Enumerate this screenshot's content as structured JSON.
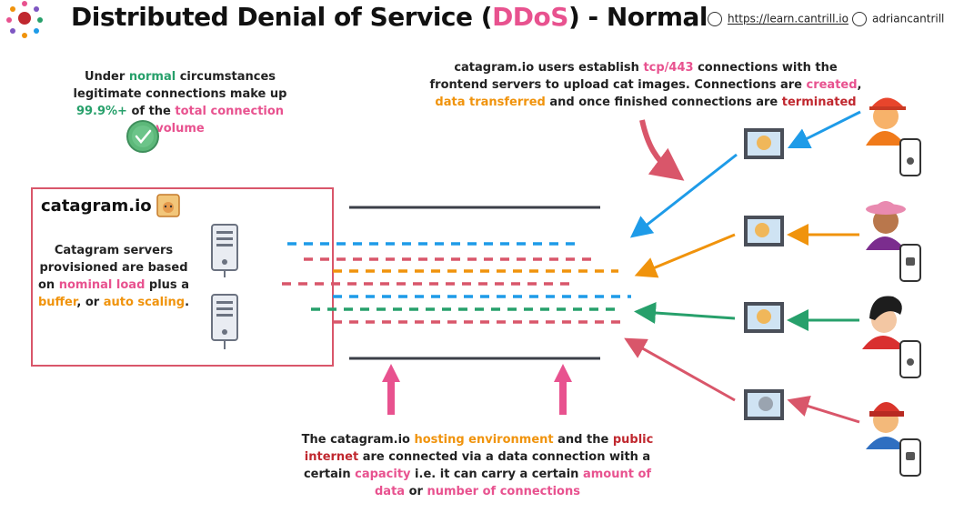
{
  "header": {
    "title_pre": "Distributed Denial of Service (",
    "title_accent": "DDoS",
    "title_post": ") - Normal",
    "site_link": "https://learn.cantrill.io",
    "twitter_handle": "adriancantrill"
  },
  "left_note": {
    "p1": "Under ",
    "p2": "normal",
    "p3": " circumstances legitimate connections make up ",
    "p4": "99.9%+",
    "p5": " of the ",
    "p6": "total connection volume"
  },
  "top_note": {
    "p1": "catagram.io users establish ",
    "p2": "tcp/443",
    "p3": " connections with the frontend servers to upload cat images. Connections are ",
    "p4": "created",
    "p5": ", ",
    "p6": "data transferred",
    "p7": " and once finished connections are ",
    "p8": "terminated"
  },
  "box": {
    "title": "catagram.io",
    "t1": "Catagram servers provisioned are based on ",
    "t2": "nominal load",
    "t3": " plus a ",
    "t4": "buffer",
    "t5": ", or ",
    "t6": "auto scaling",
    "t7": "."
  },
  "bottom_note": {
    "p1": "The catagram.io ",
    "p2": "hosting environment",
    "p3": " and the ",
    "p4": "public internet",
    "p5": " are connected via a data connection with a certain ",
    "p6": "capacity",
    "p7": " i.e. it can carry a certain ",
    "p8": "amount of data",
    "p9": " or ",
    "p10": "number of connections"
  },
  "colors": {
    "blue": "#1e9be8",
    "red": "#d9566a",
    "orange": "#f0930c",
    "green": "#27a06b",
    "pink_arrow": "#e8528f",
    "capacity_line": "#3b3f48"
  },
  "users": [
    {
      "icon": "user-orange-cap-icon",
      "device": "apple-phone-icon",
      "color_name": "blue"
    },
    {
      "icon": "user-pink-hat-icon",
      "device": "android-phone-icon",
      "color_name": "orange"
    },
    {
      "icon": "user-black-hair-icon",
      "device": "apple-phone-icon",
      "color_name": "green"
    },
    {
      "icon": "user-red-beanie-icon",
      "device": "android-phone-icon",
      "color_name": "red"
    }
  ]
}
